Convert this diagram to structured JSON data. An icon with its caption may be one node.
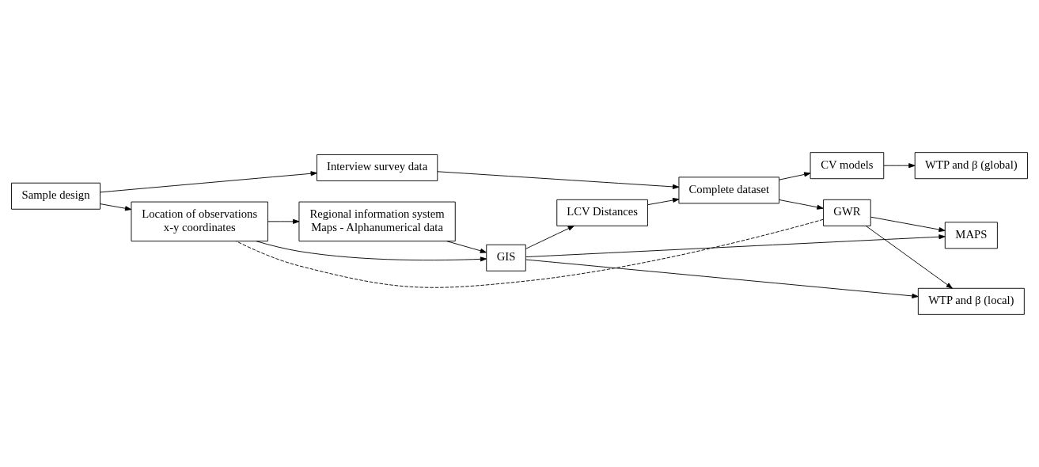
{
  "diagram": {
    "nodes": [
      {
        "text": [
          "Sample design"
        ]
      },
      {
        "text": [
          "Location of observations",
          "x-y coordinates"
        ]
      },
      {
        "text": [
          "Regional information system",
          "Maps - Alphanumerical data"
        ]
      },
      {
        "text": [
          "GIS"
        ]
      },
      {
        "text": [
          "MAPS"
        ]
      },
      {
        "text": [
          "Interview survey data"
        ]
      },
      {
        "text": [
          "LCV Distances"
        ]
      },
      {
        "text": [
          "WTP and β (local)"
        ]
      },
      {
        "text": [
          "WTP and β (global)"
        ]
      },
      {
        "text": [
          "CV models"
        ]
      },
      {
        "text": [
          "Complete dataset"
        ]
      },
      {
        "text": [
          "GWR"
        ]
      }
    ],
    "edges": [
      {
        "from": 0,
        "to": 1,
        "arrow": "to"
      },
      {
        "from": 0,
        "to": 5,
        "arrow": "to"
      },
      {
        "from": 1,
        "to": 2,
        "arrow": "to"
      },
      {
        "from": 1,
        "to": 3,
        "arrow": "to"
      },
      {
        "from": 2,
        "to": 3,
        "arrow": "to"
      },
      {
        "from": 3,
        "to": 6,
        "arrow": "to"
      },
      {
        "from": 6,
        "to": 10,
        "arrow": "to"
      },
      {
        "from": 5,
        "to": 10,
        "arrow": "to"
      },
      {
        "from": 10,
        "to": 9,
        "arrow": "to"
      },
      {
        "from": 10,
        "to": 11,
        "arrow": "to"
      },
      {
        "from": 9,
        "to": 8,
        "arrow": "to"
      },
      {
        "from": 3,
        "to": 4,
        "arrow": "to"
      },
      {
        "from": 3,
        "to": 7,
        "arrow": "to"
      },
      {
        "from": 11,
        "to": 4,
        "arrow": "to"
      },
      {
        "from": 11,
        "to": 7,
        "arrow": "to"
      },
      {
        "from": 11,
        "to": 1,
        "arrow": "none",
        "style": "dashed"
      }
    ]
  }
}
